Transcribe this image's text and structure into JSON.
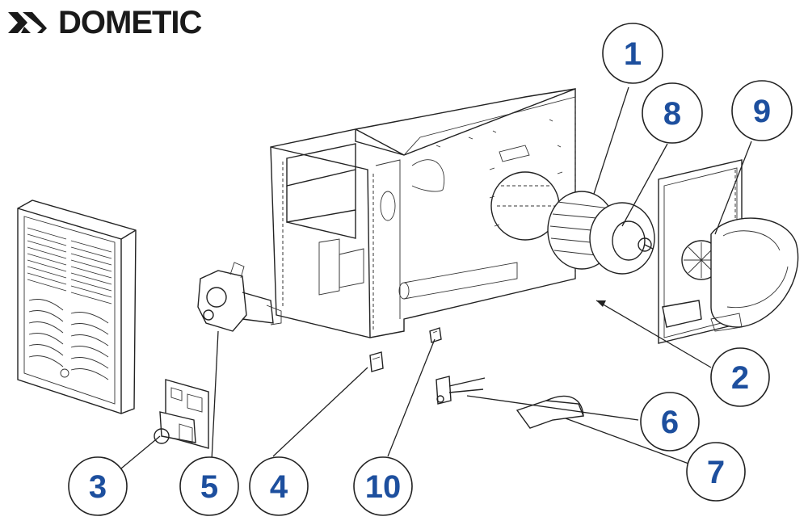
{
  "brand": {
    "name": "DOMETIC",
    "logo_icon": "dometic-chevrons-icon"
  },
  "callouts": [
    "1",
    "2",
    "3",
    "4",
    "5",
    "6",
    "7",
    "8",
    "9",
    "10"
  ]
}
